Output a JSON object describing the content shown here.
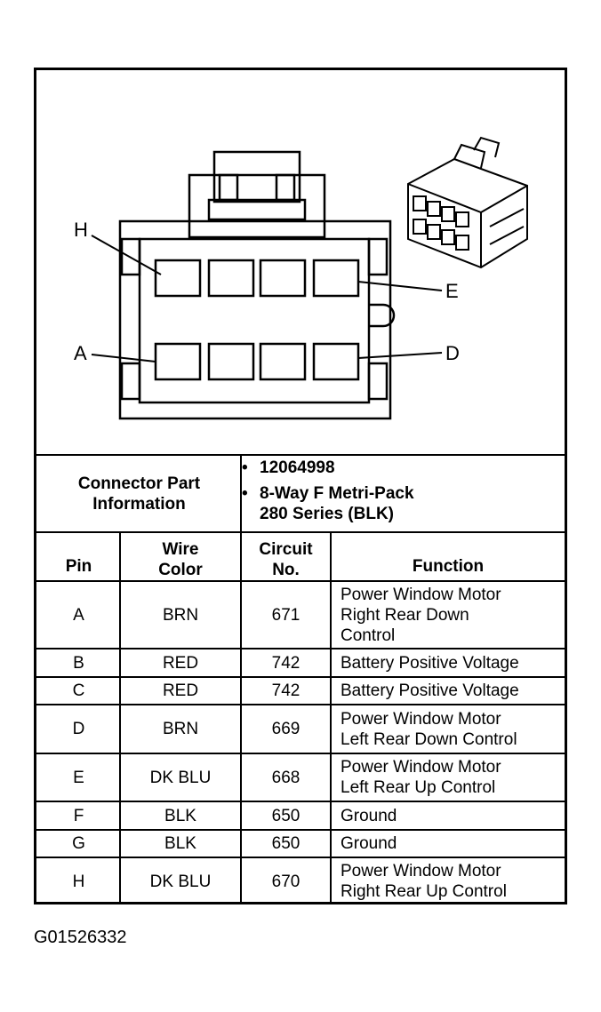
{
  "diagram": {
    "pin_labels": {
      "H": "H",
      "E": "E",
      "A": "A",
      "D": "D"
    }
  },
  "info": {
    "header": "Connector Part Information",
    "part_number": "12064998",
    "description_line1": "8-Way F Metri-Pack",
    "description_line2": "280 Series (BLK)",
    "bullet": "•"
  },
  "table": {
    "headers": {
      "pin": "Pin",
      "wire_color": "Wire Color",
      "circuit": "Circuit No.",
      "function": "Function"
    },
    "rows": [
      {
        "pin": "A",
        "wire": "BRN",
        "circuit": "671",
        "function": [
          "Power Window Motor",
          "Right Rear Down",
          "Control"
        ]
      },
      {
        "pin": "B",
        "wire": "RED",
        "circuit": "742",
        "function": [
          "Battery Positive Voltage"
        ]
      },
      {
        "pin": "C",
        "wire": "RED",
        "circuit": "742",
        "function": [
          "Battery Positive Voltage"
        ]
      },
      {
        "pin": "D",
        "wire": "BRN",
        "circuit": "669",
        "function": [
          "Power Window Motor",
          "Left Rear Down Control"
        ]
      },
      {
        "pin": "E",
        "wire": "DK BLU",
        "circuit": "668",
        "function": [
          "Power Window Motor",
          "Left Rear Up Control"
        ]
      },
      {
        "pin": "F",
        "wire": "BLK",
        "circuit": "650",
        "function": [
          "Ground"
        ]
      },
      {
        "pin": "G",
        "wire": "BLK",
        "circuit": "650",
        "function": [
          "Ground"
        ]
      },
      {
        "pin": "H",
        "wire": "DK BLU",
        "circuit": "670",
        "function": [
          "Power Window Motor",
          "Right Rear Up Control"
        ]
      }
    ]
  },
  "figure_id": "G01526332"
}
